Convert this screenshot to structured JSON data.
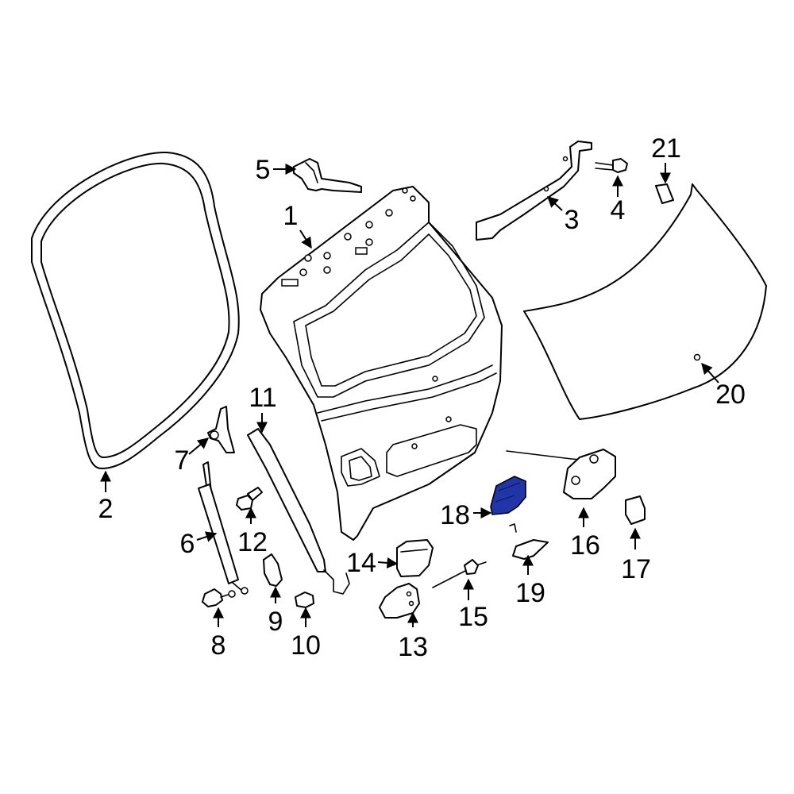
{
  "diagram": {
    "highlight_color": "#2235a8",
    "line_color": "#000000",
    "background": "#ffffff",
    "callouts": [
      {
        "id": "1",
        "label": "1"
      },
      {
        "id": "2",
        "label": "2"
      },
      {
        "id": "3",
        "label": "3"
      },
      {
        "id": "4",
        "label": "4"
      },
      {
        "id": "5",
        "label": "5"
      },
      {
        "id": "6",
        "label": "6"
      },
      {
        "id": "7",
        "label": "7"
      },
      {
        "id": "8",
        "label": "8"
      },
      {
        "id": "9",
        "label": "9"
      },
      {
        "id": "10",
        "label": "10"
      },
      {
        "id": "11",
        "label": "11"
      },
      {
        "id": "12",
        "label": "12"
      },
      {
        "id": "13",
        "label": "13"
      },
      {
        "id": "14",
        "label": "14"
      },
      {
        "id": "15",
        "label": "15"
      },
      {
        "id": "16",
        "label": "16"
      },
      {
        "id": "17",
        "label": "17"
      },
      {
        "id": "18",
        "label": "18"
      },
      {
        "id": "19",
        "label": "19"
      },
      {
        "id": "20",
        "label": "20"
      },
      {
        "id": "21",
        "label": "21"
      }
    ],
    "highlighted_part": "18"
  }
}
